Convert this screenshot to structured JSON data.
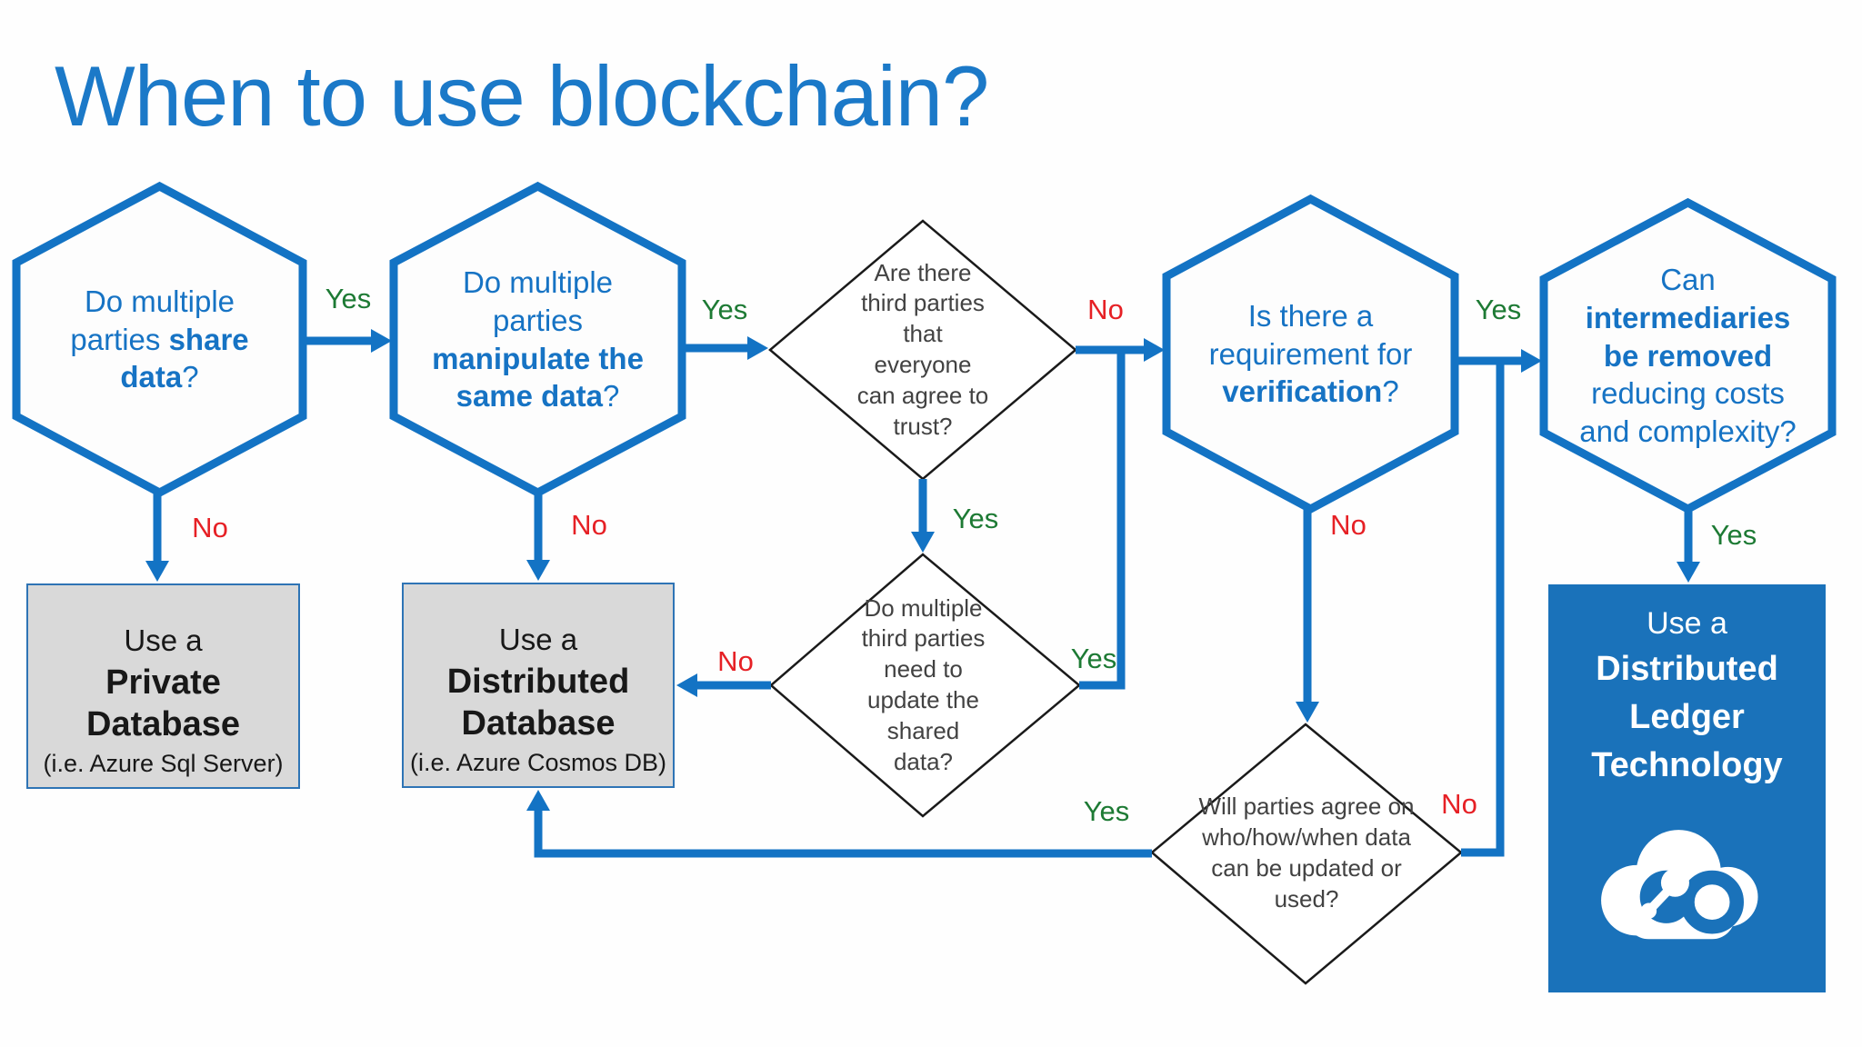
{
  "title": "When to use blockchain?",
  "labels": {
    "yes": "Yes",
    "no": "No"
  },
  "nodes": {
    "h1": {
      "pre": "Do multiple parties ",
      "bold": "share data",
      "post": "?"
    },
    "h2": {
      "pre": "Do multiple parties ",
      "bold": "manipulate the same data",
      "post": "?"
    },
    "h3": {
      "pre": "Is there a requirement for ",
      "bold": "verification",
      "post": "?"
    },
    "h4": {
      "pre": "Can ",
      "bold": "intermediaries be removed",
      "post": " reducing costs and complexity?"
    },
    "d1": {
      "text": "Are there third parties that everyone can agree to trust?"
    },
    "d2": {
      "text": "Do multiple third parties need to update the shared data?"
    },
    "d3": {
      "text": "Will parties agree on who/how/when data can be updated or used?"
    },
    "private_db": {
      "intro": "Use a",
      "name": "Private Database",
      "sub": "(i.e. Azure Sql Server)"
    },
    "distributed_db": {
      "intro": "Use a",
      "name": "Distributed Database",
      "sub": "(i.e. Azure Cosmos DB)"
    },
    "dlt": {
      "intro": "Use a",
      "name": "Distributed Ledger Technology"
    }
  },
  "colors": {
    "line_blue": "#1373c4",
    "text_blue": "#1673c4",
    "title_blue": "#1b79c8",
    "yes_green": "#1d7a34",
    "no_red": "#e62025",
    "box_blue": "#1a72ba",
    "result_gray": "#d9d9d9",
    "diamond_stroke": "#1a1a1a"
  },
  "icons": {
    "dlt_icon": "cloud-blockchain-icon"
  }
}
